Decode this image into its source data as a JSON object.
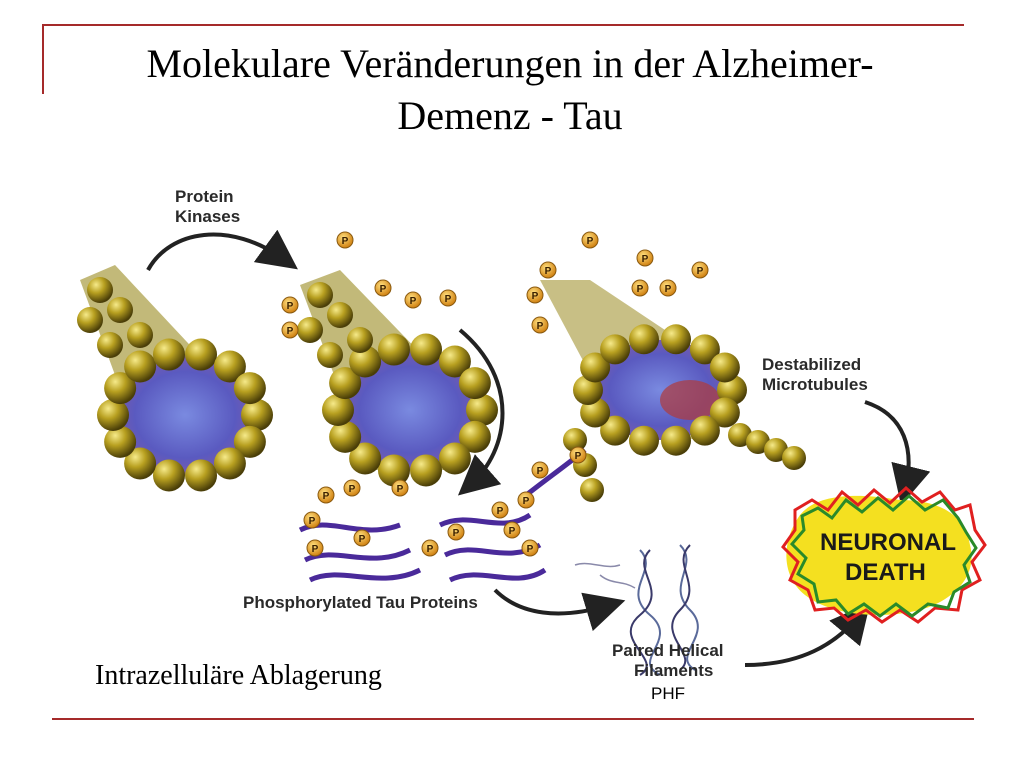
{
  "slide": {
    "title_line1": "Molekulare Veränderungen in der Alzheimer-",
    "title_line2": "Demenz - Tau",
    "caption": "Intrazelluläre Ablagerung",
    "phf_label": "PHF",
    "rule_color": "#a52a2a"
  },
  "diagram": {
    "protein_kinases_line1": "Protein",
    "protein_kinases_line2": "Kinases",
    "destabilized_line1": "Destabilized",
    "destabilized_line2": "Microtubules",
    "phosphorylated": "Phosphorylated Tau Proteins",
    "paired_line1": "Paired Helical",
    "paired_line2": "Filaments",
    "neuronal_line1": "NEURONAL",
    "neuronal_line2": "DEATH",
    "phosphate_symbol": "P",
    "colors": {
      "tubulin": "#b8a020",
      "tau": "#4a2a9a",
      "phosphate": "#e8a020",
      "arrow": "#222222",
      "death_fill": "#f4e020",
      "death_red": "#e02020",
      "death_green": "#2a8a2a"
    }
  }
}
